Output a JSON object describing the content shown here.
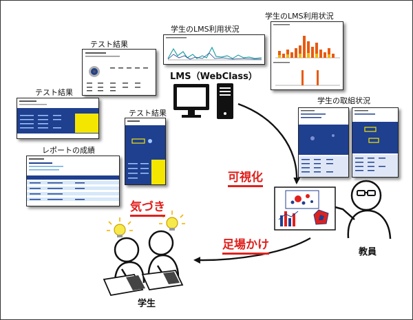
{
  "diagram": {
    "center_label": "LMS（WebClass）",
    "panels": {
      "test_result_a": "テスト結果",
      "test_result_b": "テスト結果",
      "test_result_c": "テスト結果",
      "report_grade": "レポートの成績",
      "lms_usage_a": "学生のLMS利用状況",
      "lms_usage_b": "学生のLMS利用状況",
      "activity": "学生の取組状況"
    },
    "arrows": {
      "visualize": "可視化",
      "scaffold": "足場かけ",
      "awareness": "気づき"
    },
    "actors": {
      "teacher": "教員",
      "students": "学生"
    },
    "colors": {
      "accent_red": "#e0201c",
      "navy": "#1f3f8f",
      "yellow": "#f5e600",
      "teal": "#20a0a0",
      "orange": "#e85a10"
    }
  }
}
